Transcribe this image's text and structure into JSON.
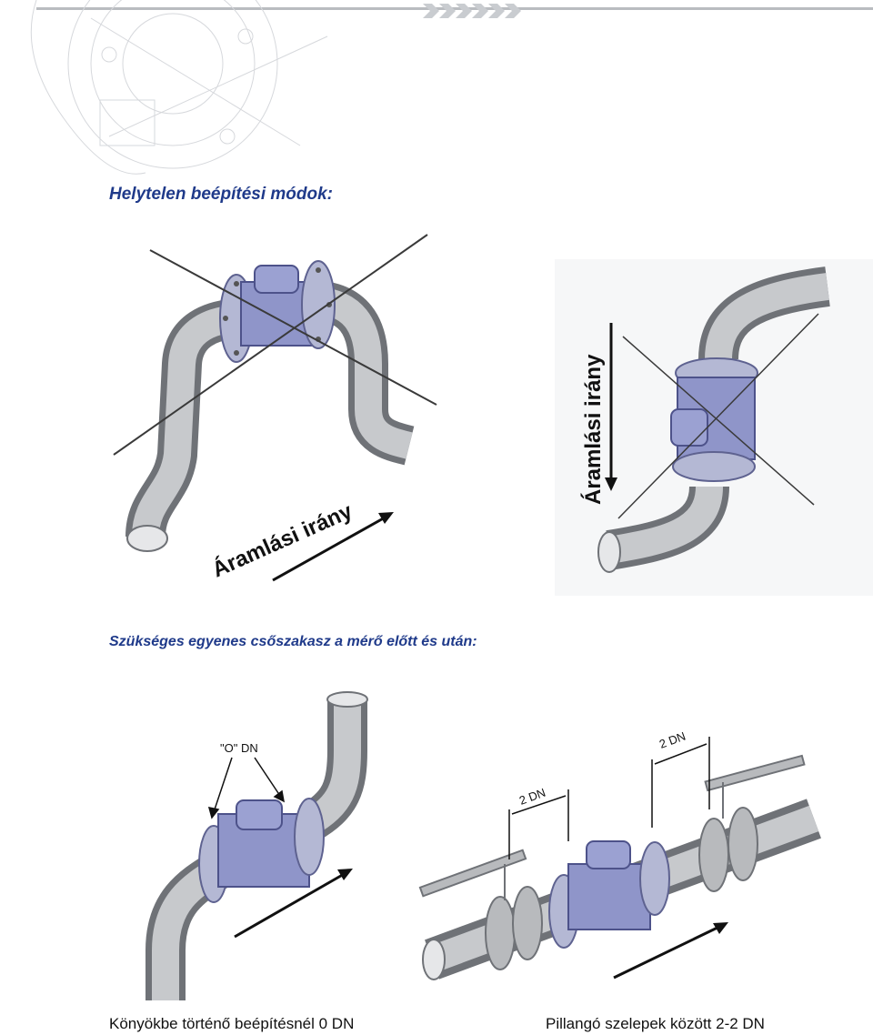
{
  "section_title": "Helytelen beépítési módok:",
  "section_subtitle": "Szükséges egyenes csőszakasz a mérő előtt és után:",
  "figure_top_left": {
    "flow_label": "Áramlási irány"
  },
  "figure_top_right": {
    "flow_label": "Áramlási irány"
  },
  "figure_bottom_left": {
    "dim_label": "\"O\" DN",
    "caption": "Könyökbe történő beépítésnél 0 DN"
  },
  "figure_bottom_right": {
    "dim_label_1": "2 DN",
    "dim_label_2": "2 DN",
    "caption": "Pillangó szelepek között 2-2 DN"
  },
  "colors": {
    "heading": "#1f3a8a",
    "pipe": "#a9acb0",
    "meter": "#8f95c9",
    "line": "#2b2b2b"
  },
  "icons": [
    "arrow-right-icon",
    "arrow-down-icon",
    "cross-mark-icon"
  ]
}
